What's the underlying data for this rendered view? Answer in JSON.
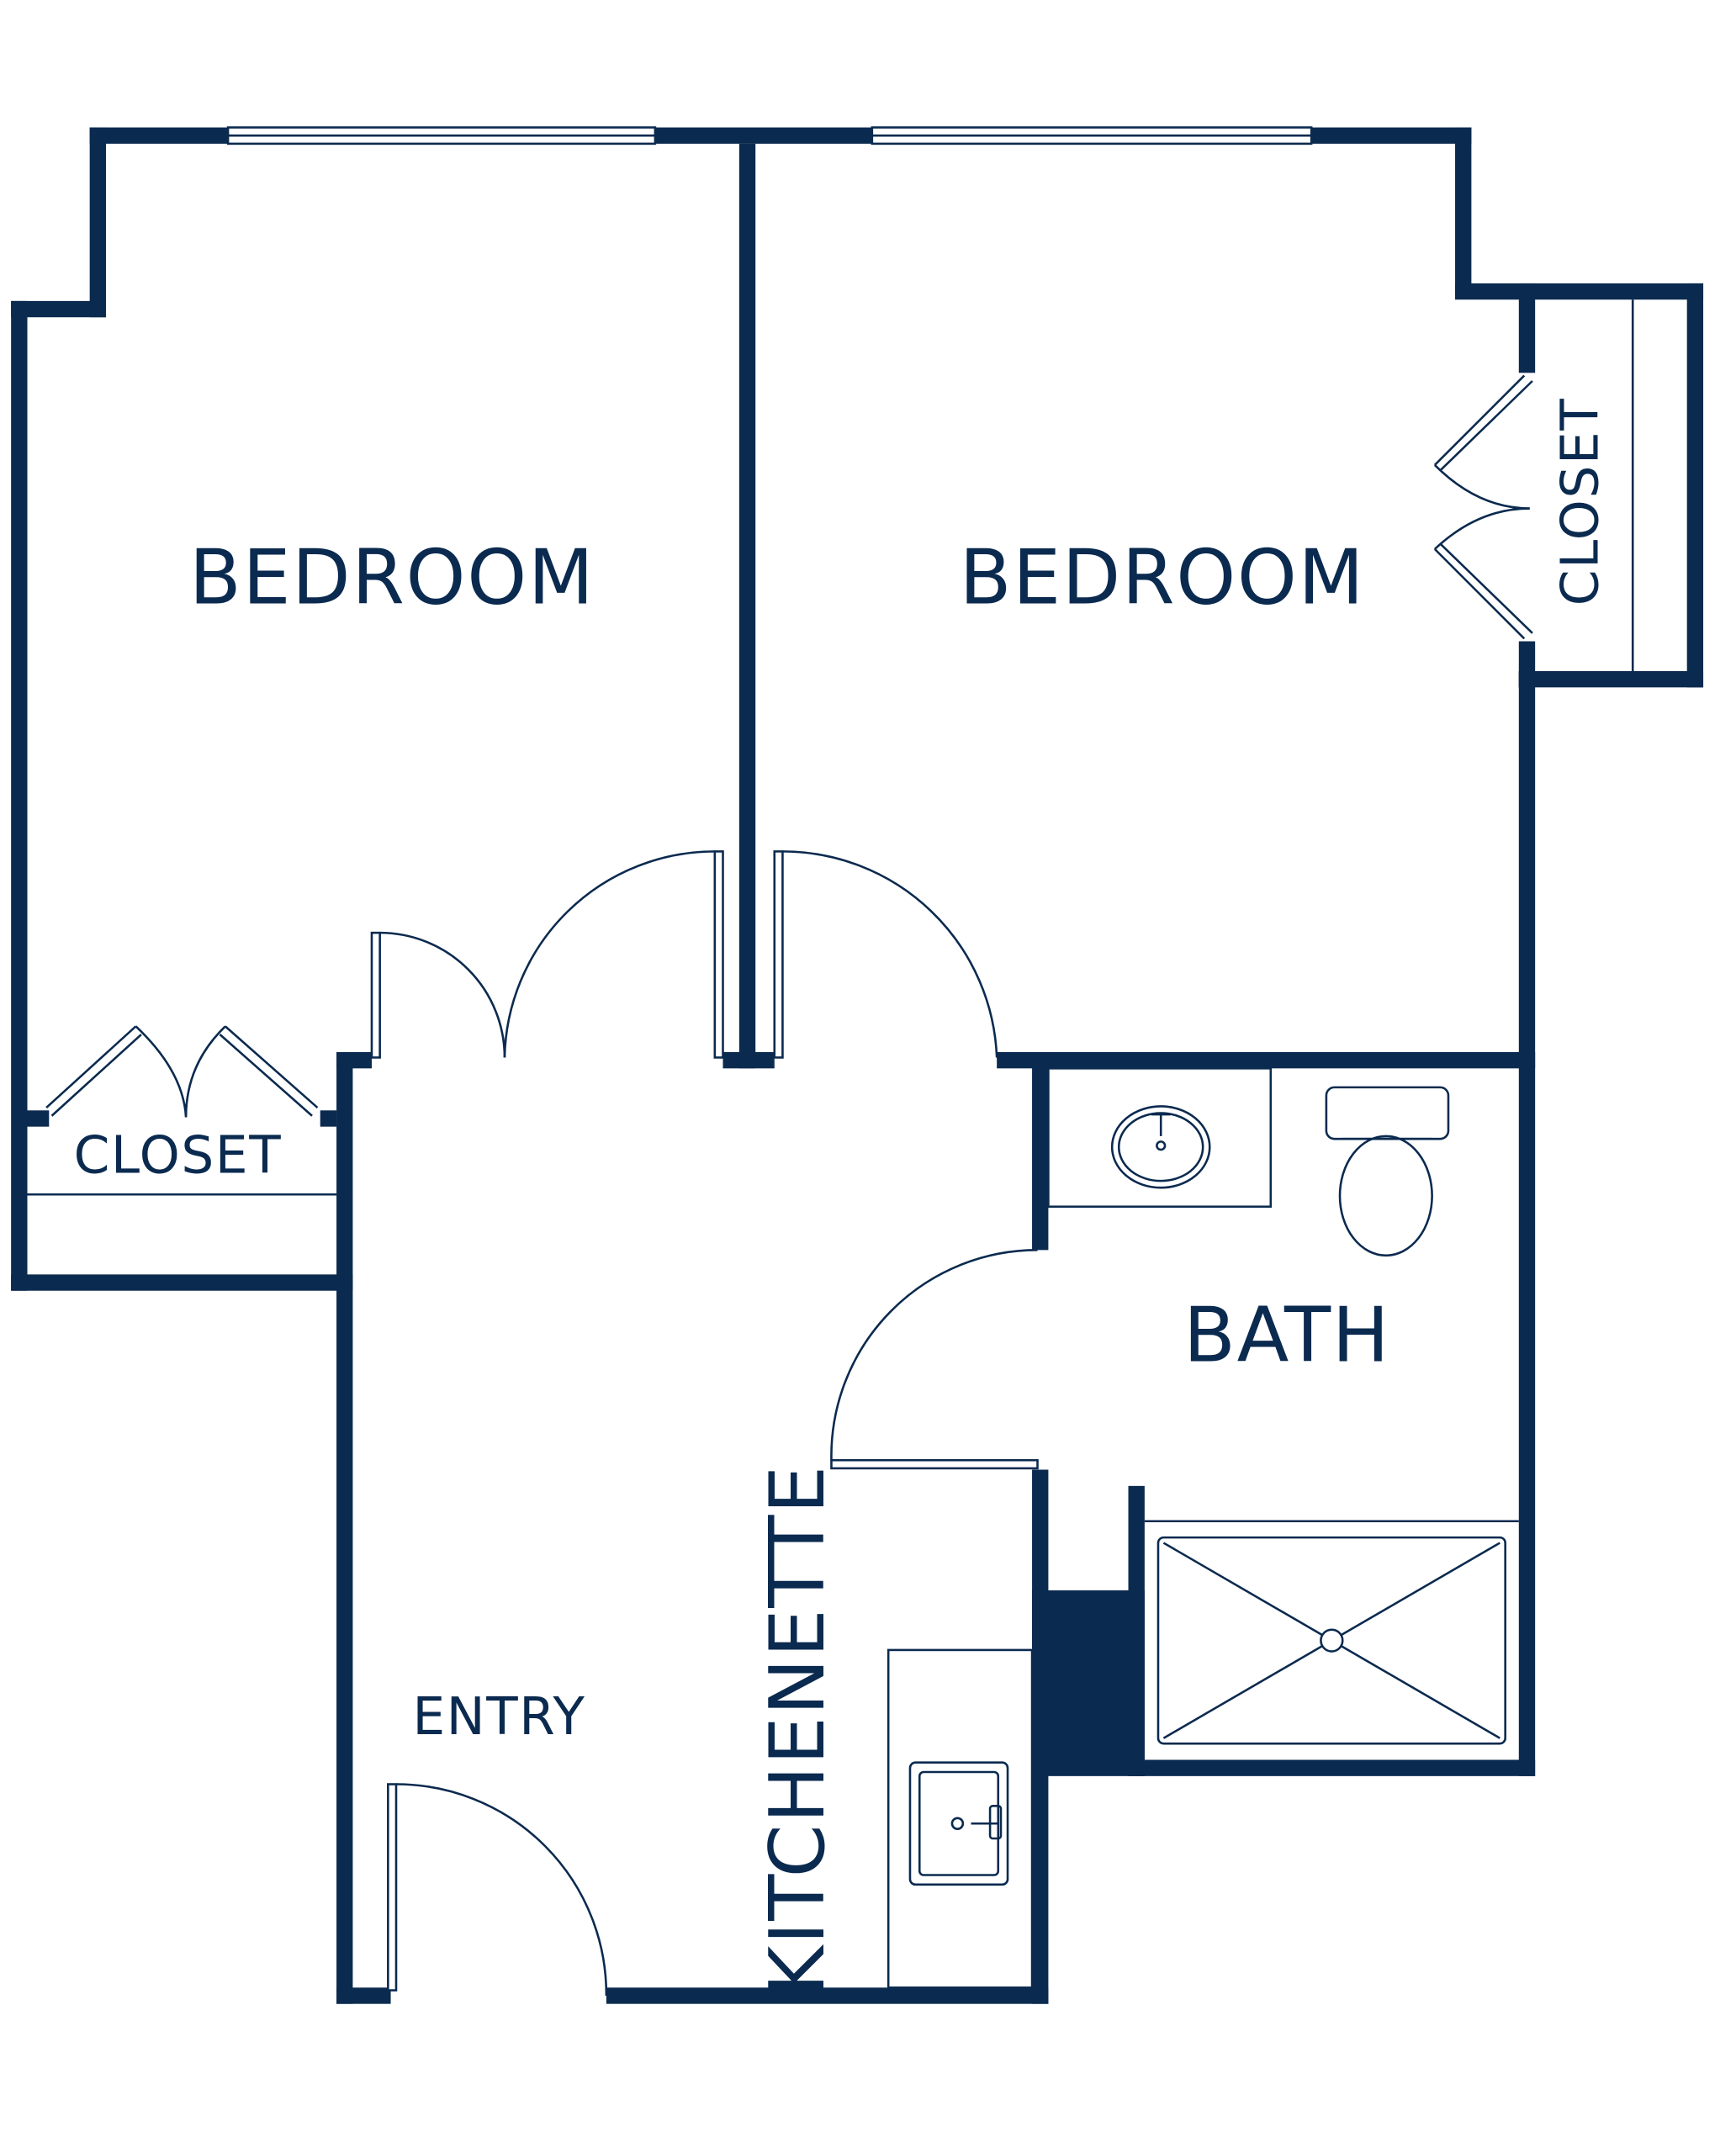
{
  "rooms": {
    "bedroom_left": "BEDROOM",
    "bedroom_right": "BEDROOM",
    "closet_left": "CLOSET",
    "closet_right": "CLOSET",
    "bath": "BATH",
    "entry": "ENTRY",
    "kitchenette": "KITCHENETTE"
  },
  "colors": {
    "wall": "#0b2a4f",
    "background": "#ffffff"
  }
}
